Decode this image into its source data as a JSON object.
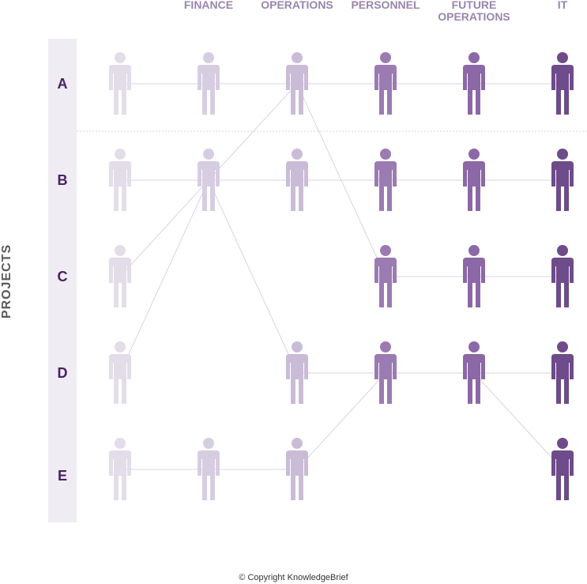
{
  "axis_title": "PROJECTS",
  "copyright": "© Copyright KnowledgeBrief",
  "columns": [
    "FINANCE",
    "OPERATIONS",
    "PERSONNEL",
    "FUTURE\nOPERATIONS",
    "IT"
  ],
  "rows": [
    "A",
    "B",
    "C",
    "D",
    "E"
  ],
  "colors": {
    "line": "#d9d3e0",
    "band": "#efecf3",
    "column_shades": [
      "#e3dde9",
      "#d7cde1",
      "#cabcd7",
      "#9b7bb2",
      "#8c68a6",
      "#6e4b8a"
    ]
  },
  "people": [
    {
      "row": 0,
      "col": 0
    },
    {
      "row": 0,
      "col": 1
    },
    {
      "row": 0,
      "col": 2
    },
    {
      "row": 0,
      "col": 3
    },
    {
      "row": 0,
      "col": 4
    },
    {
      "row": 0,
      "col": 5
    },
    {
      "row": 1,
      "col": 0
    },
    {
      "row": 1,
      "col": 1
    },
    {
      "row": 1,
      "col": 2
    },
    {
      "row": 1,
      "col": 3
    },
    {
      "row": 1,
      "col": 4
    },
    {
      "row": 1,
      "col": 5
    },
    {
      "row": 2,
      "col": 0
    },
    {
      "row": 2,
      "col": 3
    },
    {
      "row": 2,
      "col": 4
    },
    {
      "row": 2,
      "col": 5
    },
    {
      "row": 3,
      "col": 0
    },
    {
      "row": 3,
      "col": 2
    },
    {
      "row": 3,
      "col": 3
    },
    {
      "row": 3,
      "col": 4
    },
    {
      "row": 3,
      "col": 5
    },
    {
      "row": 4,
      "col": 0
    },
    {
      "row": 4,
      "col": 1
    },
    {
      "row": 4,
      "col": 2
    },
    {
      "row": 4,
      "col": 5
    }
  ],
  "links": [
    [
      [
        0,
        0
      ],
      [
        0,
        1
      ]
    ],
    [
      [
        0,
        1
      ],
      [
        0,
        2
      ]
    ],
    [
      [
        0,
        2
      ],
      [
        0,
        3
      ]
    ],
    [
      [
        0,
        3
      ],
      [
        0,
        4
      ]
    ],
    [
      [
        0,
        4
      ],
      [
        0,
        5
      ]
    ],
    [
      [
        1,
        0
      ],
      [
        1,
        1
      ]
    ],
    [
      [
        1,
        1
      ],
      [
        1,
        2
      ]
    ],
    [
      [
        1,
        2
      ],
      [
        1,
        3
      ]
    ],
    [
      [
        1,
        3
      ],
      [
        1,
        4
      ]
    ],
    [
      [
        1,
        4
      ],
      [
        1,
        5
      ]
    ],
    [
      [
        2,
        3
      ],
      [
        2,
        4
      ]
    ],
    [
      [
        2,
        4
      ],
      [
        2,
        5
      ]
    ],
    [
      [
        3,
        2
      ],
      [
        3,
        3
      ]
    ],
    [
      [
        3,
        3
      ],
      [
        3,
        4
      ]
    ],
    [
      [
        3,
        4
      ],
      [
        3,
        5
      ]
    ],
    [
      [
        4,
        0
      ],
      [
        4,
        1
      ]
    ],
    [
      [
        4,
        1
      ],
      [
        4,
        2
      ]
    ],
    [
      [
        1,
        1
      ],
      [
        0,
        2
      ]
    ],
    [
      [
        2,
        0
      ],
      [
        1,
        1
      ]
    ],
    [
      [
        3,
        0
      ],
      [
        1,
        1
      ]
    ],
    [
      [
        1,
        1
      ],
      [
        3,
        2
      ]
    ],
    [
      [
        0,
        2
      ],
      [
        2,
        3
      ]
    ],
    [
      [
        4,
        2
      ],
      [
        3,
        3
      ]
    ],
    [
      [
        3,
        4
      ],
      [
        4,
        5
      ]
    ]
  ]
}
